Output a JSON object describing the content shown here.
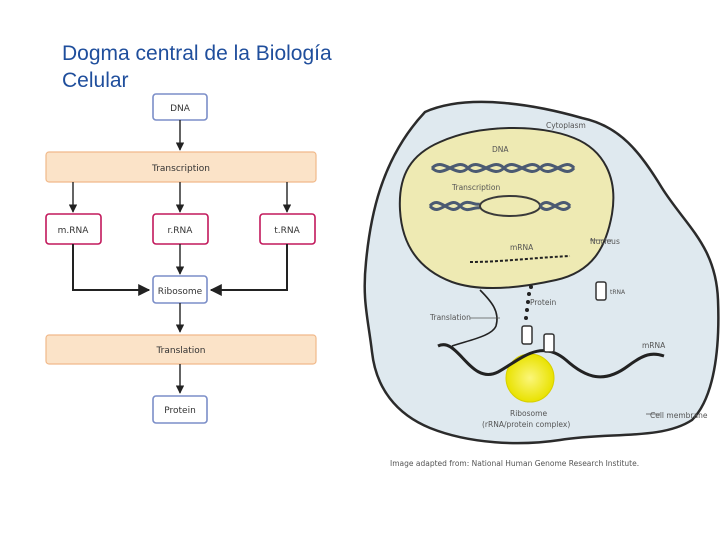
{
  "title": {
    "line1": "Dogma central de la Biología",
    "line2": "Celular"
  },
  "flowchart": {
    "dna": "DNA",
    "transcription": "Transcription",
    "mrna": "m.RNA",
    "rrna": "r.RNA",
    "trna": "t.RNA",
    "ribosome": "Ribosome",
    "translation": "Translation",
    "protein": "Protein"
  },
  "cell": {
    "cytoplasm": "Cytoplasm",
    "dna": "DNA",
    "transcription": "Transcription",
    "mrna_nucleus": "mRNA",
    "nucleus": "Nucleus",
    "protein": "Protein",
    "trna": "tRNA",
    "translation": "Translation",
    "mrna": "mRNA",
    "ribosome": "Ribosome",
    "ribosome_sub": "(rRNA/protein complex)",
    "cell_membrane": "Cell membrane"
  },
  "credit": "Image adapted from: National Human Genome Research Institute.",
  "colors": {
    "title": "#1f4e9c",
    "band_fill": "#fbe3c8",
    "band_stroke": "#f1b98a",
    "box_pink": "#c2185b",
    "box_blue": "#7b8ec8",
    "cell_fill": "#dfe9ef",
    "nucleus_fill": "#eeeab3",
    "ribosome_glow": "#f3f000"
  }
}
